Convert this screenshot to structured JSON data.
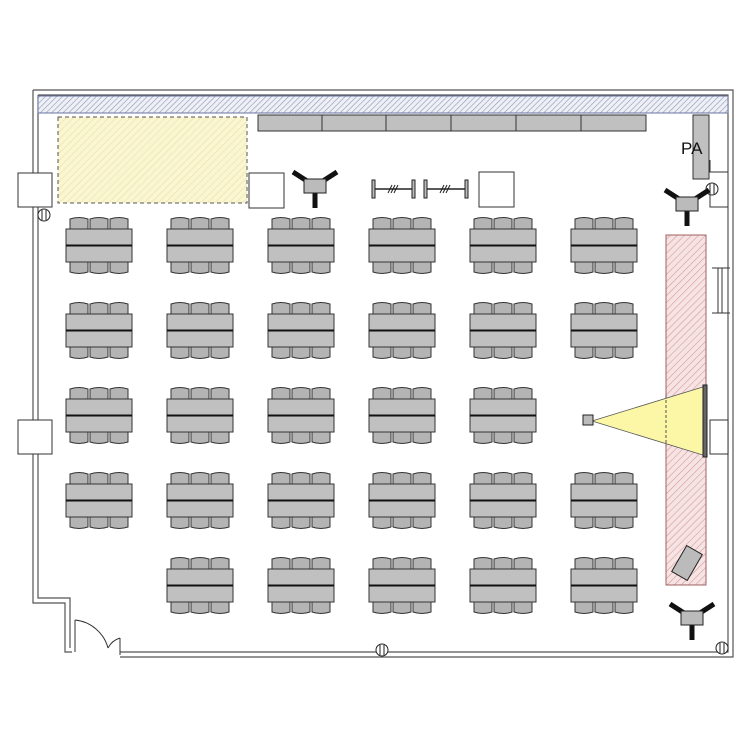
{
  "labels": {
    "pa": "PA"
  },
  "colors": {
    "table": "#c0c0c0",
    "chair": "#b4b4b4",
    "stage_hatch": "#d89a9a",
    "stage_fill": "#f6e3e3",
    "zone_fill": "#fbf6d2",
    "zone_hatch": "#e6dc9a",
    "projection": "#fbf7a6",
    "wall_hatch": "#8c97b8"
  },
  "seating": {
    "chairs_per_side": 3,
    "rows": [
      [
        1,
        1,
        1,
        1,
        1,
        1
      ],
      [
        1,
        1,
        1,
        1,
        1,
        1
      ],
      [
        1,
        1,
        1,
        1,
        1,
        0
      ],
      [
        1,
        1,
        1,
        1,
        1,
        1
      ],
      [
        0,
        1,
        1,
        1,
        1,
        1
      ]
    ]
  }
}
